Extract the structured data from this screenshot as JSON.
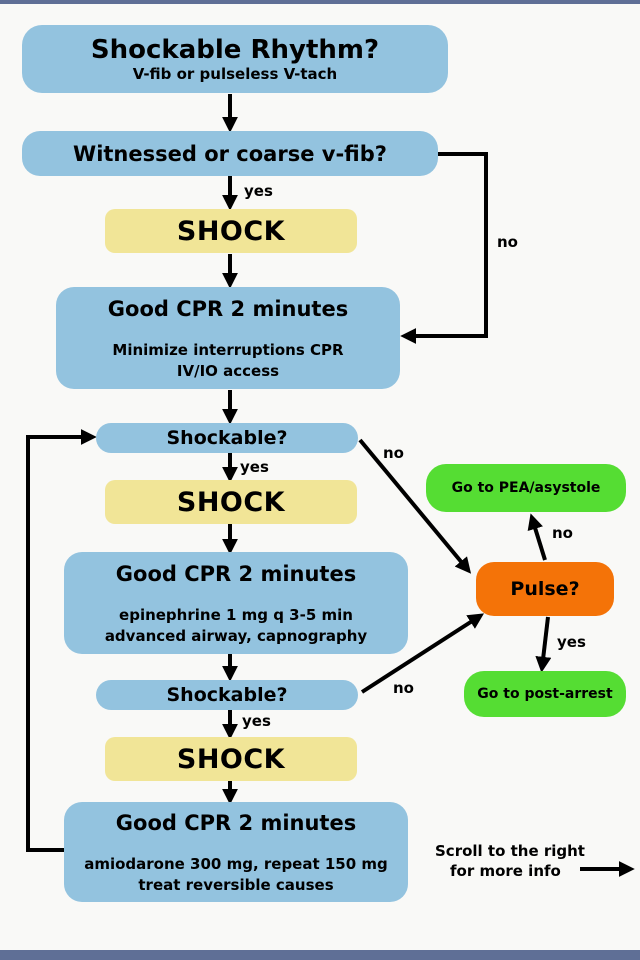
{
  "nodes": {
    "start": {
      "title": "Shockable Rhythm?",
      "subtitle": "V-fib or pulseless V-tach"
    },
    "witnessed": {
      "title": "Witnessed or coarse v-fib?"
    },
    "shock_1": {
      "title": "SHOCK"
    },
    "cpr_1": {
      "title": "Good CPR 2 minutes",
      "line1": "Minimize interruptions CPR",
      "line2": "IV/IO access"
    },
    "shockable_1": {
      "title": "Shockable?"
    },
    "shock_2": {
      "title": "SHOCK"
    },
    "cpr_2": {
      "title": "Good CPR 2 minutes",
      "line1": "epinephrine 1 mg q 3-5 min",
      "line2": "advanced airway, capnography"
    },
    "shockable_2": {
      "title": "Shockable?"
    },
    "shock_3": {
      "title": "SHOCK"
    },
    "cpr_3": {
      "title": "Good CPR 2 minutes",
      "line1": "amiodarone 300 mg, repeat 150 mg",
      "line2": "treat reversible causes"
    },
    "pulse": {
      "title": "Pulse?"
    },
    "pea": {
      "title": "Go to PEA/asystole"
    },
    "post_arrest": {
      "title": "Go to post-arrest"
    }
  },
  "edge_labels": {
    "yes_1": "yes",
    "no_1": "no",
    "yes_2": "yes",
    "no_2": "no",
    "yes_3": "yes",
    "no_3": "no",
    "pulse_no": "no",
    "pulse_yes": "yes"
  },
  "footer": {
    "scroll_line1": "Scroll to the right",
    "scroll_line2": "for more info"
  },
  "colors": {
    "blue": "#93c3df",
    "yellow": "#f1e597",
    "green": "#55dd33",
    "orange": "#f47308",
    "frame": "#5f6f96"
  }
}
